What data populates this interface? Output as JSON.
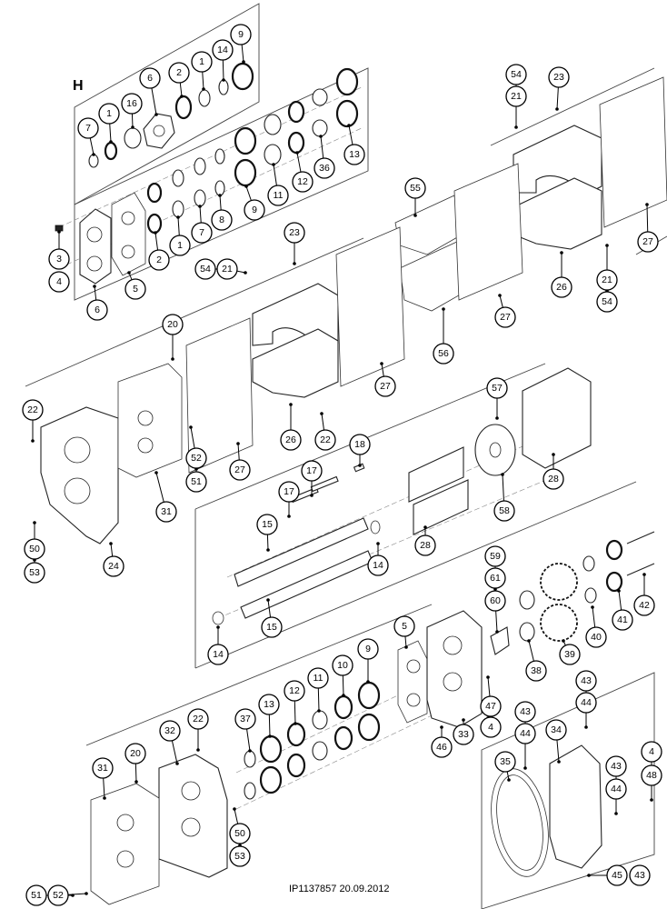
{
  "group_label": "H",
  "document_id": "IP1137857 20.09.2012",
  "callouts": [
    {
      "id": "c1",
      "label": "9"
    },
    {
      "id": "c2",
      "label": "14"
    },
    {
      "id": "c3",
      "label": "1"
    },
    {
      "id": "c4",
      "label": "2"
    },
    {
      "id": "c5",
      "label": "6"
    },
    {
      "id": "c6",
      "label": "16"
    },
    {
      "id": "c7",
      "label": "1"
    },
    {
      "id": "c8",
      "label": "7"
    },
    {
      "id": "c9",
      "label": "13"
    },
    {
      "id": "c10",
      "label": "36"
    },
    {
      "id": "c11",
      "label": "12"
    },
    {
      "id": "c12",
      "label": "11"
    },
    {
      "id": "c13",
      "label": "9"
    },
    {
      "id": "c14",
      "label": "8"
    },
    {
      "id": "c15",
      "label": "7"
    },
    {
      "id": "c16",
      "label": "1"
    },
    {
      "id": "c17",
      "label": "2"
    },
    {
      "id": "c18",
      "label": "5"
    },
    {
      "id": "c19",
      "label": "3"
    },
    {
      "id": "c20",
      "label": "4"
    },
    {
      "id": "c21",
      "label": "6"
    },
    {
      "id": "c22",
      "label": "54"
    },
    {
      "id": "c23",
      "label": "21"
    },
    {
      "id": "c24",
      "label": "23"
    },
    {
      "id": "c25",
      "label": "23"
    },
    {
      "id": "c26",
      "label": "54"
    },
    {
      "id": "c27",
      "label": "21"
    },
    {
      "id": "c28",
      "label": "55"
    },
    {
      "id": "c29",
      "label": "27"
    },
    {
      "id": "c30",
      "label": "26"
    },
    {
      "id": "c31",
      "label": "21"
    },
    {
      "id": "c32",
      "label": "54"
    },
    {
      "id": "c33",
      "label": "27"
    },
    {
      "id": "c34",
      "label": "56"
    },
    {
      "id": "c35",
      "label": "20"
    },
    {
      "id": "c36",
      "label": "27"
    },
    {
      "id": "c37",
      "label": "22"
    },
    {
      "id": "c38",
      "label": "52"
    },
    {
      "id": "c39",
      "label": "51"
    },
    {
      "id": "c40",
      "label": "27"
    },
    {
      "id": "c41",
      "label": "26"
    },
    {
      "id": "c42",
      "label": "22"
    },
    {
      "id": "c43",
      "label": "31"
    },
    {
      "id": "c44",
      "label": "50"
    },
    {
      "id": "c45",
      "label": "53"
    },
    {
      "id": "c46",
      "label": "24"
    },
    {
      "id": "c47",
      "label": "57"
    },
    {
      "id": "c48",
      "label": "28"
    },
    {
      "id": "c49",
      "label": "18"
    },
    {
      "id": "c50",
      "label": "17"
    },
    {
      "id": "c51",
      "label": "17"
    },
    {
      "id": "c52",
      "label": "58"
    },
    {
      "id": "c53",
      "label": "15"
    },
    {
      "id": "c54",
      "label": "28"
    },
    {
      "id": "c55",
      "label": "14"
    },
    {
      "id": "c56",
      "label": "15"
    },
    {
      "id": "c57",
      "label": "14"
    },
    {
      "id": "c58",
      "label": "59"
    },
    {
      "id": "c59",
      "label": "61"
    },
    {
      "id": "c60",
      "label": "60"
    },
    {
      "id": "c61",
      "label": "42"
    },
    {
      "id": "c62",
      "label": "41"
    },
    {
      "id": "c63",
      "label": "40"
    },
    {
      "id": "c64",
      "label": "39"
    },
    {
      "id": "c65",
      "label": "38"
    },
    {
      "id": "c66",
      "label": "5"
    },
    {
      "id": "c67",
      "label": "9"
    },
    {
      "id": "c68",
      "label": "10"
    },
    {
      "id": "c69",
      "label": "11"
    },
    {
      "id": "c70",
      "label": "12"
    },
    {
      "id": "c71",
      "label": "13"
    },
    {
      "id": "c72",
      "label": "37"
    },
    {
      "id": "c73",
      "label": "22"
    },
    {
      "id": "c74",
      "label": "32"
    },
    {
      "id": "c75",
      "label": "20"
    },
    {
      "id": "c76",
      "label": "31"
    },
    {
      "id": "c77",
      "label": "47"
    },
    {
      "id": "c78",
      "label": "4"
    },
    {
      "id": "c79",
      "label": "33"
    },
    {
      "id": "c80",
      "label": "46"
    },
    {
      "id": "c81",
      "label": "43"
    },
    {
      "id": "c82",
      "label": "44"
    },
    {
      "id": "c83",
      "label": "43"
    },
    {
      "id": "c84",
      "label": "44"
    },
    {
      "id": "c85",
      "label": "34"
    },
    {
      "id": "c86",
      "label": "35"
    },
    {
      "id": "c87",
      "label": "43"
    },
    {
      "id": "c88",
      "label": "44"
    },
    {
      "id": "c89",
      "label": "4"
    },
    {
      "id": "c90",
      "label": "48"
    },
    {
      "id": "c91",
      "label": "50"
    },
    {
      "id": "c92",
      "label": "53"
    },
    {
      "id": "c93",
      "label": "51"
    },
    {
      "id": "c94",
      "label": "52"
    },
    {
      "id": "c95",
      "label": "45"
    },
    {
      "id": "c96",
      "label": "43"
    }
  ]
}
